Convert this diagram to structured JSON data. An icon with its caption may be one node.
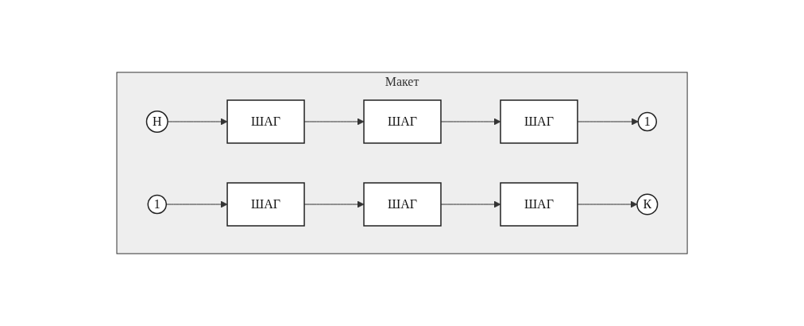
{
  "diagram": {
    "nodes": [
      {
        "text": [
          "Макет"
        ]
      },
      {
        "text": [
          "Н"
        ],
        "in": 0
      },
      {
        "text": [
          "ШАГ"
        ],
        "in": 0
      },
      {
        "text": [
          "ШАГ"
        ],
        "in": 0
      },
      {
        "text": [
          "ШАГ"
        ],
        "in": 0
      },
      {
        "text": [
          "1"
        ],
        "in": 0
      },
      {
        "text": [
          "1"
        ],
        "in": 0
      },
      {
        "text": [
          "ШАГ"
        ],
        "in": 0
      },
      {
        "text": [
          "ШАГ"
        ],
        "in": 0
      },
      {
        "text": [
          "ШАГ"
        ],
        "in": 0
      },
      {
        "text": [
          "К"
        ],
        "in": 0
      }
    ],
    "edges": [
      {
        "from": 1,
        "to": 2,
        "arrow": "to"
      },
      {
        "from": 2,
        "to": 3,
        "arrow": "to"
      },
      {
        "from": 3,
        "to": 4,
        "arrow": "to"
      },
      {
        "from": 4,
        "to": 5,
        "arrow": "to"
      },
      {
        "from": 6,
        "to": 7,
        "arrow": "to"
      },
      {
        "from": 7,
        "to": 8,
        "arrow": "to"
      },
      {
        "from": 8,
        "to": 9,
        "arrow": "to"
      },
      {
        "from": 9,
        "to": 10,
        "arrow": "to"
      }
    ]
  }
}
